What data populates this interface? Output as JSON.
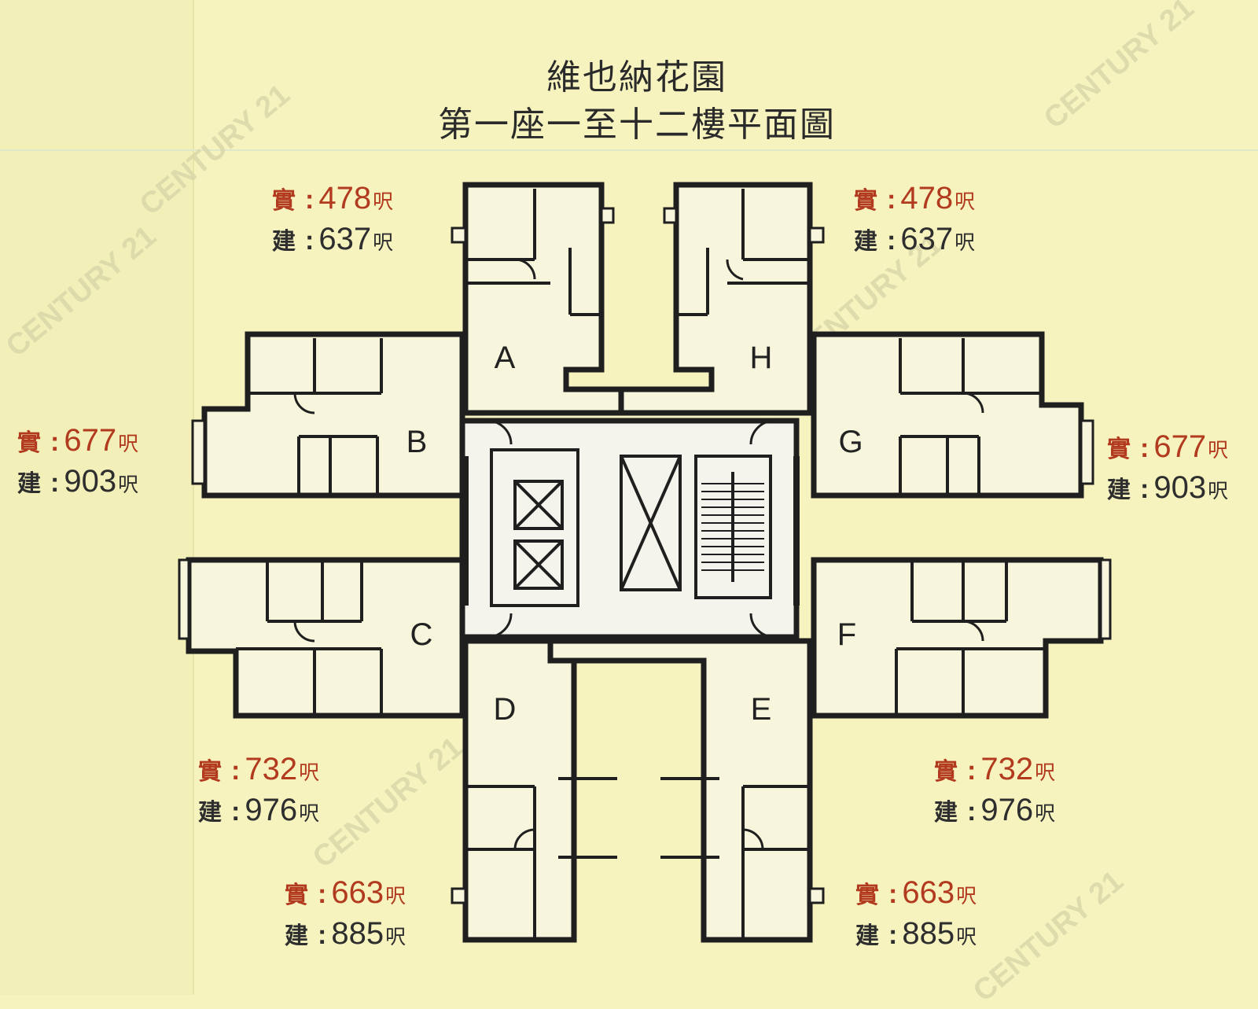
{
  "title": {
    "line1": "維也納花園",
    "line2": "第一座一至十二樓平面圖"
  },
  "colors": {
    "background": "#f6f3bf",
    "saleable": "#b23a1e",
    "gross": "#2e2e2e",
    "wall": "#1f1f1f",
    "room_fill": "#f7f6dc",
    "core_fill": "#f4f4ec"
  },
  "watermark": "CENTURY 21",
  "labels": {
    "saleable": "實",
    "gross": "建",
    "colon": ":",
    "unit": "呎"
  },
  "units": [
    {
      "id": "A",
      "saleable": "478",
      "gross": "637"
    },
    {
      "id": "H",
      "saleable": "478",
      "gross": "637"
    },
    {
      "id": "B",
      "saleable": "677",
      "gross": "903"
    },
    {
      "id": "G",
      "saleable": "677",
      "gross": "903"
    },
    {
      "id": "C",
      "saleable": "732",
      "gross": "976"
    },
    {
      "id": "F",
      "saleable": "732",
      "gross": "976"
    },
    {
      "id": "D",
      "saleable": "663",
      "gross": "885"
    },
    {
      "id": "E",
      "saleable": "663",
      "gross": "885"
    }
  ]
}
